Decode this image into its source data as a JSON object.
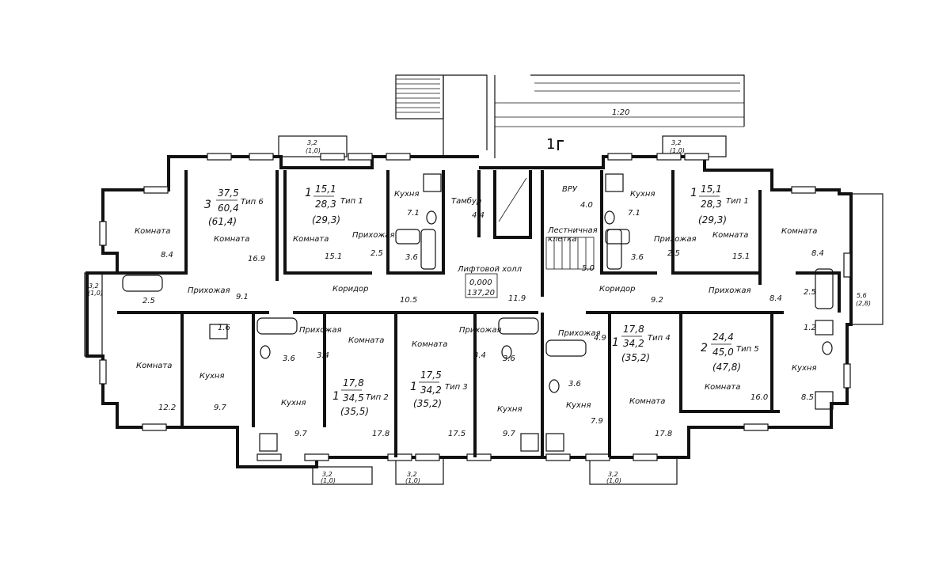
{
  "scale": "1:20",
  "section_mark": "1",
  "elevation": "0,000",
  "elevation_area": "137,20",
  "rooms": {
    "komnata": "Комната",
    "kukhnya": "Кухня",
    "prikhozhaya": "Прихожая",
    "koridor": "Коридор",
    "tambur": "Тамбур",
    "vru": "ВРУ",
    "lestnichnaya_1": "Лестничная",
    "lestnichnaya_2": "клетка",
    "lift_hall": "Лифтовой холл"
  },
  "areas": {
    "a_8_4": "8.4",
    "a_16_9": "16.9",
    "a_15_1": "15.1",
    "a_2_5": "2.5",
    "a_3_6": "3.6",
    "a_7_1": "7.1",
    "a_4_4": "4.4",
    "a_4_0": "4.0",
    "a_5_0": "5.0",
    "a_9_1": "9.1",
    "a_10_5": "10.5",
    "a_11_9": "11.9",
    "a_9_2": "9.2",
    "a_12_2": "12.2",
    "a_9_7": "9.7",
    "a_1_6": "1.6",
    "a_3_4": "3.4",
    "a_17_8": "17.8",
    "a_17_5": "17.5",
    "a_4_9": "4.9",
    "a_7_9": "7.9",
    "a_16_0": "16.0",
    "a_8_5": "8.5",
    "a_1_2": "1.2"
  },
  "balconies": {
    "b1": "3,2",
    "b1s": "(1,0)",
    "b2": "5,6",
    "b2s": "(2,8)"
  },
  "apartments": {
    "t6": {
      "rooms": "3",
      "living": "37,5",
      "total": "60,4",
      "type": "Тип 6",
      "with_balcony": "(61,4)"
    },
    "t1a": {
      "rooms": "1",
      "living": "15,1",
      "total": "28,3",
      "type": "Тип 1",
      "with_balcony": "(29,3)"
    },
    "t1b": {
      "rooms": "1",
      "living": "15,1",
      "total": "28,3",
      "type": "Тип 1",
      "with_balcony": "(29,3)"
    },
    "t2": {
      "rooms": "1",
      "living": "17,8",
      "total": "34,5",
      "type": "Тип 2",
      "with_balcony": "(35,5)"
    },
    "t3": {
      "rooms": "1",
      "living": "17,5",
      "total": "34,2",
      "type": "Тип 3",
      "with_balcony": "(35,2)"
    },
    "t4": {
      "rooms": "1",
      "living": "17,8",
      "total": "34,2",
      "type": "Тип 4",
      "with_balcony": "(35,2)"
    },
    "t5": {
      "rooms": "2",
      "living": "24,4",
      "total": "45,0",
      "type": "Тип 5",
      "with_balcony": "(47,8)"
    }
  }
}
